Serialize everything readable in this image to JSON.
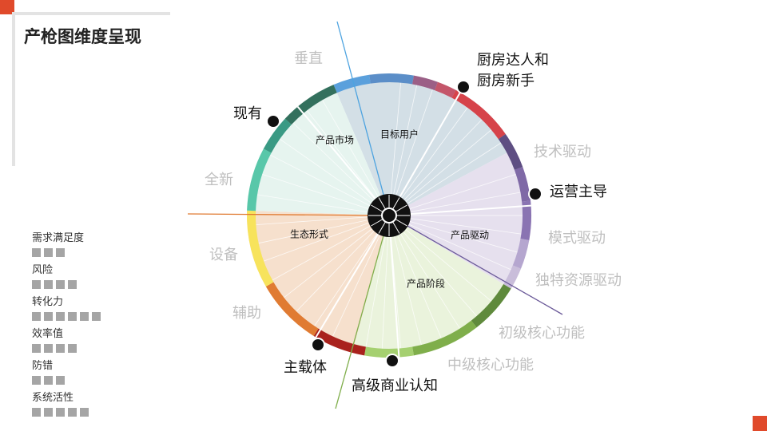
{
  "title": "产枪图维度呈现",
  "sectors": [
    {
      "label": "目标用户",
      "fill": "#d3dfe6"
    },
    {
      "label": "产品驱动",
      "fill": "#e6e0ee"
    },
    {
      "label": "产品阶段",
      "fill": "#eaf3dc"
    },
    {
      "label": "生态形式",
      "fill": "#f6e0cd"
    },
    {
      "label": "产品市场",
      "fill": "#e6f4ef"
    }
  ],
  "options": [
    {
      "label": "厨房达人和\n厨房新手",
      "active": true
    },
    {
      "label": "技术驱动",
      "active": false
    },
    {
      "label": "运营主导",
      "active": true
    },
    {
      "label": "模式驱动",
      "active": false
    },
    {
      "label": "独特资源驱动",
      "active": false
    },
    {
      "label": "初级核心功能",
      "active": false
    },
    {
      "label": "中级核心功能",
      "active": false
    },
    {
      "label": "高级商业认知",
      "active": true
    },
    {
      "label": "主载体",
      "active": true
    },
    {
      "label": "辅助",
      "active": false
    },
    {
      "label": "设备",
      "active": false
    },
    {
      "label": "全新",
      "active": false
    },
    {
      "label": "现有",
      "active": true
    },
    {
      "label": "垂直",
      "active": false
    }
  ],
  "colors": {
    "active_text": "#111111",
    "inactive_text": "#bfbfbf",
    "accent": "#e04a2b"
  },
  "metrics": [
    {
      "label": "需求满足度",
      "level": 3
    },
    {
      "label": "风险",
      "level": 4
    },
    {
      "label": "转化力",
      "level": 6
    },
    {
      "label": "效率值",
      "level": 4
    },
    {
      "label": "防错",
      "level": 3
    },
    {
      "label": "系统活性",
      "level": 5
    }
  ]
}
